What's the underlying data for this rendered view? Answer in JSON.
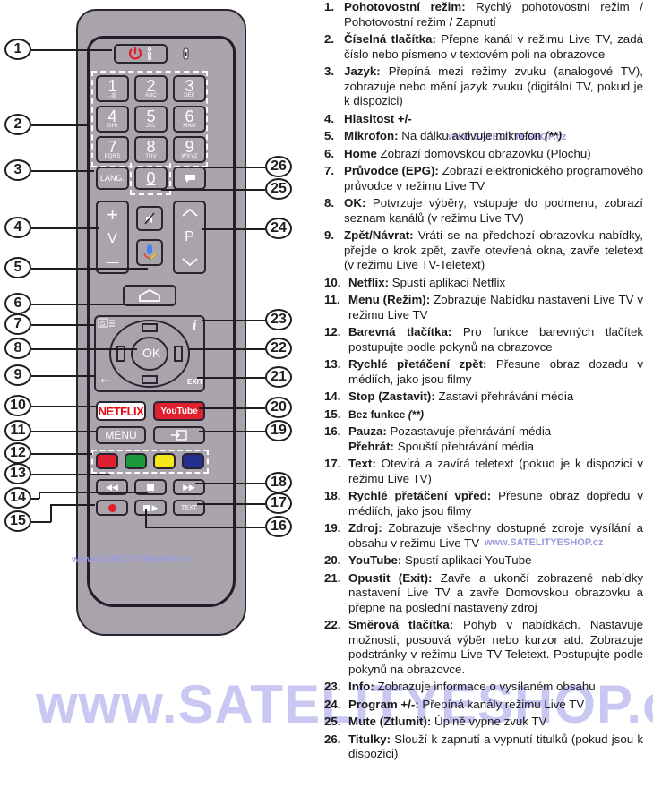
{
  "remote": {
    "power_icon": "power-icon",
    "mic_indicator_icon": "mic-dots-icon",
    "led_icon": "led-icon",
    "numpad": [
      {
        "num": "1",
        "sub": ".,@"
      },
      {
        "num": "2",
        "sub": "ABC"
      },
      {
        "num": "3",
        "sub": "DEF"
      },
      {
        "num": "4",
        "sub": "GHI"
      },
      {
        "num": "5",
        "sub": "JKL"
      },
      {
        "num": "6",
        "sub": "MNO"
      },
      {
        "num": "7",
        "sub": "PQRS"
      },
      {
        "num": "8",
        "sub": "TUV"
      },
      {
        "num": "9",
        "sub": "WXYZ"
      }
    ],
    "lang_label": "LANG.",
    "zero_label": "0",
    "vol_plus": "+",
    "vol_label": "V",
    "vol_minus": "—",
    "prog_label": "P",
    "ok_label": "OK",
    "exit_label": "EXIT",
    "netflix_label": "NETFLIX",
    "youtube_label": "YouTube",
    "menu_label": "MENU",
    "text_label": "TEXT",
    "color_buttons": [
      "#e0202e",
      "#1b9a3c",
      "#f4e81a",
      "#23308f"
    ],
    "record_color": "#e0202e"
  },
  "callouts_left": [
    "1",
    "2",
    "3",
    "4",
    "5",
    "6",
    "7",
    "8",
    "9",
    "10",
    "11",
    "12",
    "13",
    "14",
    "15"
  ],
  "callouts_right": [
    "26",
    "25",
    "24",
    "23",
    "22",
    "21",
    "20",
    "19",
    "18",
    "17",
    "16"
  ],
  "watermark": {
    "small": "www.SATELITYESHOP.cz",
    "big": "www.SATELITYESHOP.cz",
    "color": "#9b9be0"
  },
  "legend": [
    {
      "n": "1.",
      "key": "Pohotovostní režim:",
      "text": " Rychlý pohotovostní režim / Pohotovostní režim / Zapnutí"
    },
    {
      "n": "2.",
      "key": "Číselná tlačítka:",
      "text": " Přepne kanál v režimu Live TV, zadá číslo nebo písmeno v textovém poli na obrazovce"
    },
    {
      "n": "3.",
      "key": "Jazyk:",
      "text": " Přepíná mezi režimy zvuku (analogové TV), zobrazuje nebo mění jazyk zvuku (digitální TV, pokud je k dispozici)"
    },
    {
      "n": "4.",
      "key": "Hlasitost +/-",
      "text": ""
    },
    {
      "n": "5.",
      "key": "Mikrofon:",
      "text": " Na dálku aktivuje mikrofon ",
      "note": "(**)"
    },
    {
      "n": "6.",
      "key": "Home",
      "text": " Zobrazí domovskou obrazovku (Plochu)"
    },
    {
      "n": "7.",
      "key": "Průvodce (EPG):",
      "text": " Zobrazí elektronického programového průvodce v režimu Live TV"
    },
    {
      "n": "8.",
      "key": "OK:",
      "text": " Potvrzuje výběry, vstupuje do podmenu, zobrazí seznam kanálů (v režimu Live TV)"
    },
    {
      "n": "9.",
      "key": "Zpět/Návrat:",
      "text": " Vrátí se na předchozí obrazovku nabídky, přejde o krok zpět, zavře otevřená okna, zavře teletext (v režimu Live TV-Teletext)"
    },
    {
      "n": "10.",
      "key": "Netflix:",
      "text": " Spustí aplikaci Netflix"
    },
    {
      "n": "11.",
      "key": "Menu (Režim):",
      "text": " Zobrazuje Nabídku nastavení Live TV v režimu Live TV"
    },
    {
      "n": "12.",
      "key": "Barevná tlačítka:",
      "text": " Pro funkce barevných tlačítek postupujte podle pokynů na obrazovce"
    },
    {
      "n": "13.",
      "key": "Rychlé přetáčení zpět:",
      "text": " Přesune obraz dozadu v médiích, jako jsou filmy"
    },
    {
      "n": "14.",
      "key": "Stop (Zastavit):",
      "text": " Zastaví přehrávání média"
    },
    {
      "n": "15.",
      "key": "Bez funkce ",
      "text": "",
      "note": "(**)"
    },
    {
      "n": "16.",
      "key": "Pauza:",
      "text": " Pozastavuje přehrávání média",
      "key2": "Přehrát:",
      "text2": " Spouští přehrávání média"
    },
    {
      "n": "17.",
      "key": "Text:",
      "text": " Otevírá a zavírá teletext (pokud je k dispozici v režimu Live TV)"
    },
    {
      "n": "18.",
      "key": "Rychlé přetáčení vpřed:",
      "text": " Přesune obraz dopředu v médiích, jako jsou filmy"
    },
    {
      "n": "19.",
      "key": "Zdroj:",
      "text": " Zobrazuje všechny dostupné zdroje vysílání a obsahu v režimu Live TV"
    },
    {
      "n": "20.",
      "key": "YouTube:",
      "text": " Spustí aplikaci YouTube"
    },
    {
      "n": "21.",
      "key": "Opustit (Exit):",
      "text": " Zavře a ukončí zobrazené nabídky nastavení Live TV a zavře Domovskou obrazovku a přepne na poslední nastavený zdroj"
    },
    {
      "n": "22.",
      "key": "Směrová tlačítka:",
      "text": " Pohyb v nabídkách. Nastavuje možnosti, posouvá výběr nebo kurzor atd. Zobrazuje podstránky v režimu Live TV-Teletext. Postupujte podle pokynů na obrazovce."
    },
    {
      "n": "23.",
      "key": "Info:",
      "text": " Zobrazuje informace o vysílaném obsahu"
    },
    {
      "n": "24.",
      "key": "Program +/-:",
      "text": " Přepíná kanály režimu Live TV"
    },
    {
      "n": "25.",
      "key": "Mute (Ztlumit):",
      "text": " Úplně vypne zvuk TV"
    },
    {
      "n": "26.",
      "key": "Titulky:",
      "text": " Slouží k zapnutí a vypnutí titulků (pokud jsou k dispozici)"
    }
  ]
}
